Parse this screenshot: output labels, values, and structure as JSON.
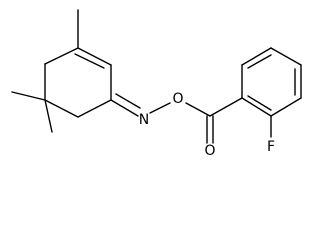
{
  "molecule": {
    "atoms": {
      "oxime_nitrogen": "N",
      "ester_oxygen": "O",
      "carbonyl_oxygen": "O",
      "fluorine": "F"
    }
  }
}
